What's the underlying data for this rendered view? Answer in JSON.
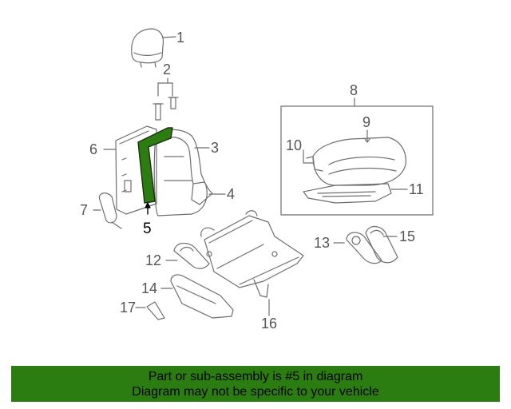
{
  "diagram": {
    "highlighted_part": "5",
    "highlight_color": "#2b7d12",
    "line_color": "#6e6e6e",
    "callouts": [
      {
        "id": "1",
        "label": "1"
      },
      {
        "id": "2",
        "label": "2"
      },
      {
        "id": "3",
        "label": "3"
      },
      {
        "id": "4",
        "label": "4"
      },
      {
        "id": "5",
        "label": "5"
      },
      {
        "id": "6",
        "label": "6"
      },
      {
        "id": "7",
        "label": "7"
      },
      {
        "id": "8",
        "label": "8"
      },
      {
        "id": "9",
        "label": "9"
      },
      {
        "id": "10",
        "label": "10"
      },
      {
        "id": "11",
        "label": "11"
      },
      {
        "id": "12",
        "label": "12"
      },
      {
        "id": "13",
        "label": "13"
      },
      {
        "id": "14",
        "label": "14"
      },
      {
        "id": "15",
        "label": "15"
      },
      {
        "id": "16",
        "label": "16"
      },
      {
        "id": "17",
        "label": "17"
      }
    ]
  },
  "banner": {
    "line1": "Part or sub-assembly is #5 in diagram",
    "line2": "Diagram may not be specific to your vehicle"
  }
}
